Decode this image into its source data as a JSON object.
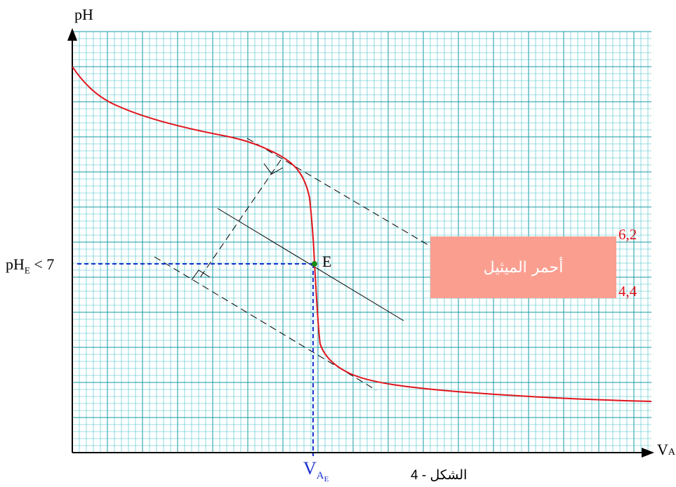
{
  "figure": {
    "y_axis_label": "pH",
    "x_axis_label": "V",
    "x_axis_label_sub": "A",
    "equivalence_point_label": "E",
    "ph_equivalence": {
      "main": "pH",
      "sub": "E",
      "rest": " < 7"
    },
    "v_equivalence": {
      "main": "V",
      "sub": "A",
      "subsub": "E"
    },
    "indicator": {
      "name": "أحمر الميثيل",
      "upper_value": "6,2",
      "lower_value": "4,4"
    },
    "caption": "الشكل - 4"
  },
  "colors": {
    "grid_minor": "#40c0c8",
    "grid_major": "#169aa4",
    "curve": "#e0141c",
    "equivalence_lines": "#1b2fcf",
    "point_E": "#1a8a1a",
    "indicator_box": "#fa9f90",
    "indicator_values": "#e0141c"
  }
}
